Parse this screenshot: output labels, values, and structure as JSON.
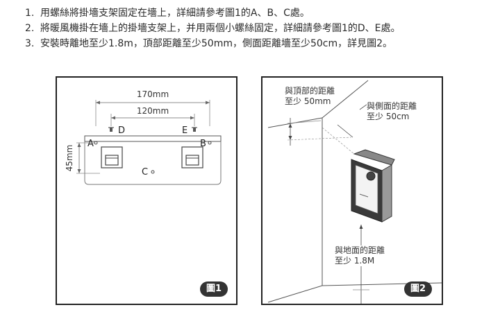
{
  "instructions": [
    {
      "num": "1.",
      "text": "用螺絲將掛墻支架固定在墻上，詳細請參考圖1的A、B、C處。"
    },
    {
      "num": "2.",
      "text": "將暖風機掛在墻上的掛墻支架上，并用兩個小螺絲固定，詳細請參考圖1的D、E處。"
    },
    {
      "num": "3.",
      "text": "安裝時離地至少1.8m，頂部距離至少50mm，側面距離墻至少50cm，詳見圖2。"
    }
  ],
  "figure1": {
    "dim_170": "170mm",
    "dim_120": "120mm",
    "dim_45": "45mm",
    "label_a": "A",
    "label_b": "B",
    "label_c": "C",
    "label_d": "D",
    "label_e": "E",
    "badge": "圖1"
  },
  "figure2": {
    "top_line1": "與頂部的距離",
    "top_line2": "至少 50mm",
    "side_line1": "與側面的距離",
    "side_line2": "至少 50cm",
    "ground_line1": "與地面的距離",
    "ground_line2": "至少 1.8M",
    "badge": "圖2"
  }
}
